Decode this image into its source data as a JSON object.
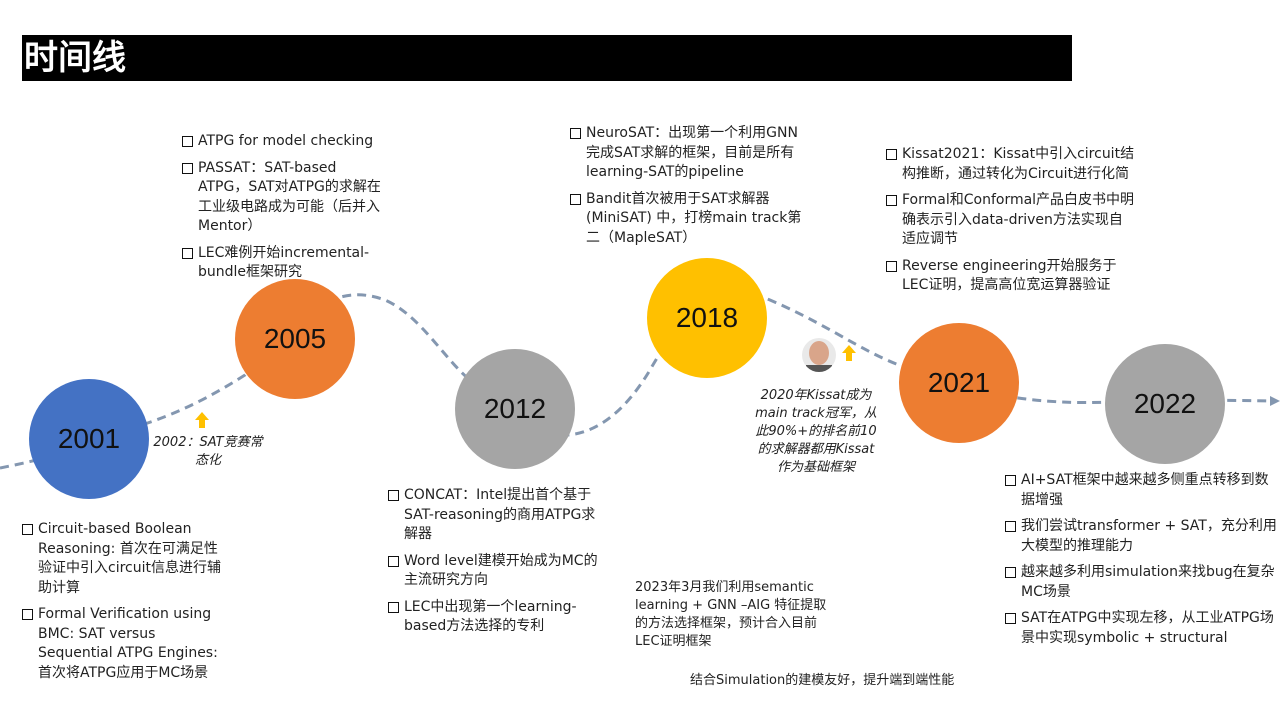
{
  "title": "时间线",
  "colors": {
    "blue": "#4472C4",
    "orange": "#ED7D31",
    "gray": "#A5A5A5",
    "yellow": "#FFC000",
    "path": "#8497B0",
    "arrow": "#FFC000"
  },
  "nodes": [
    {
      "year": "2001",
      "color": "blue"
    },
    {
      "year": "2005",
      "color": "orange"
    },
    {
      "year": "2012",
      "color": "gray"
    },
    {
      "year": "2018",
      "color": "yellow"
    },
    {
      "year": "2021",
      "color": "orange"
    },
    {
      "year": "2022",
      "color": "gray"
    }
  ],
  "blocks": {
    "b2001": [
      "Circuit-based Boolean Reasoning: 首次在可满足性验证中引入circuit信息进行辅助计算",
      "Formal Verification using BMC: SAT versus Sequential ATPG Engines: 首次将ATPG应用于MC场景"
    ],
    "b2005": [
      "ATPG for model checking",
      "PASSAT：SAT-based ATPG，SAT对ATPG的求解在工业级电路成为可能（后并入Mentor）",
      "LEC难例开始incremental-bundle框架研究"
    ],
    "b2012": [
      "CONCAT：Intel提出首个基于SAT-reasoning的商用ATPG求解器",
      "Word level建模开始成为MC的主流研究方向",
      "LEC中出现第一个learning-based方法选择的专利"
    ],
    "b2018": [
      "NeuroSAT：出现第一个利用GNN完成SAT求解的框架，目前是所有learning-SAT的pipeline",
      "Bandit首次被用于SAT求解器(MiniSAT) 中，打榜main track第二（MapleSAT）"
    ],
    "b2021": [
      "Kissat2021：Kissat中引入circuit结构推断，通过转化为Circuit进行化简",
      "Formal和Conformal产品白皮书中明确表示引入data-driven方法实现自适应调节",
      "Reverse engineering开始服务于LEC证明，提高高位宽运算器验证"
    ],
    "b2022": [
      "AI+SAT框架中越来越多侧重点转移到数据增强",
      "我们尝试transformer + SAT，充分利用大模型的推理能力",
      "越来越多利用simulation来找bug在复杂MC场景",
      "SAT在ATPG中实现左移，从工业ATPG场景中实现symbolic + structural"
    ]
  },
  "notes": {
    "n2002": "2002：SAT竞赛常态化",
    "n2020": "2020年Kissat成为main track冠军，从此90%+的排名前10的求解器都用Kissat作为基础框架",
    "n2023": "2023年3月我们利用semantic learning + GNN –AIG 特征提取的方法选择框架，预计合入目前LEC证明框架",
    "n_sim": "结合Simulation的建模友好，提升端到端性能"
  }
}
